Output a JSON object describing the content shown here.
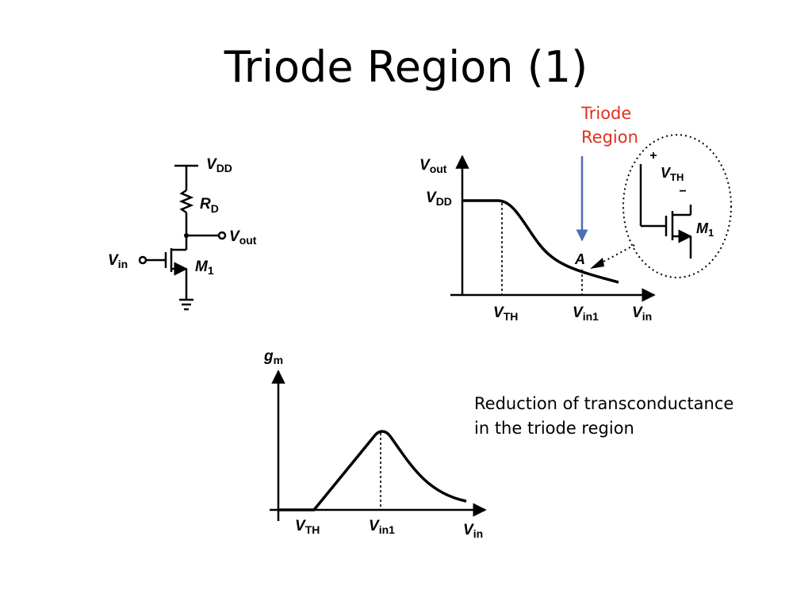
{
  "slide": {
    "title": "Triode Region (1)",
    "annotation": "Triode\nRegion",
    "caption": "Reduction of transconductance\nin the triode region",
    "accent_color": "#e03020",
    "arrow_color": "#4a6fb5"
  },
  "circuit": {
    "vdd": {
      "main": "V",
      "sub": "DD"
    },
    "rd": {
      "main": "R",
      "sub": "D"
    },
    "vout": {
      "main": "V",
      "sub": "out"
    },
    "vin": {
      "main": "V",
      "sub": "in"
    },
    "m1": {
      "main": "M",
      "sub": "1"
    }
  },
  "vout_plot": {
    "y_label": {
      "main": "V",
      "sub": "out"
    },
    "vdd_tick": {
      "main": "V",
      "sub": "DD"
    },
    "x_ticks": [
      {
        "main": "V",
        "sub": "TH"
      },
      {
        "main": "V",
        "sub": "in1"
      },
      {
        "main": "V",
        "sub": "in"
      }
    ],
    "point": "A",
    "inset": {
      "plus": "+",
      "minus": "−",
      "vth": {
        "main": "V",
        "sub": "TH"
      },
      "m1": {
        "main": "M",
        "sub": "1"
      }
    }
  },
  "gm_plot": {
    "y_label": {
      "main": "g",
      "sub": "m"
    },
    "x_ticks": [
      {
        "main": "V",
        "sub": "TH"
      },
      {
        "main": "V",
        "sub": "in1"
      },
      {
        "main": "V",
        "sub": "in"
      }
    ]
  }
}
